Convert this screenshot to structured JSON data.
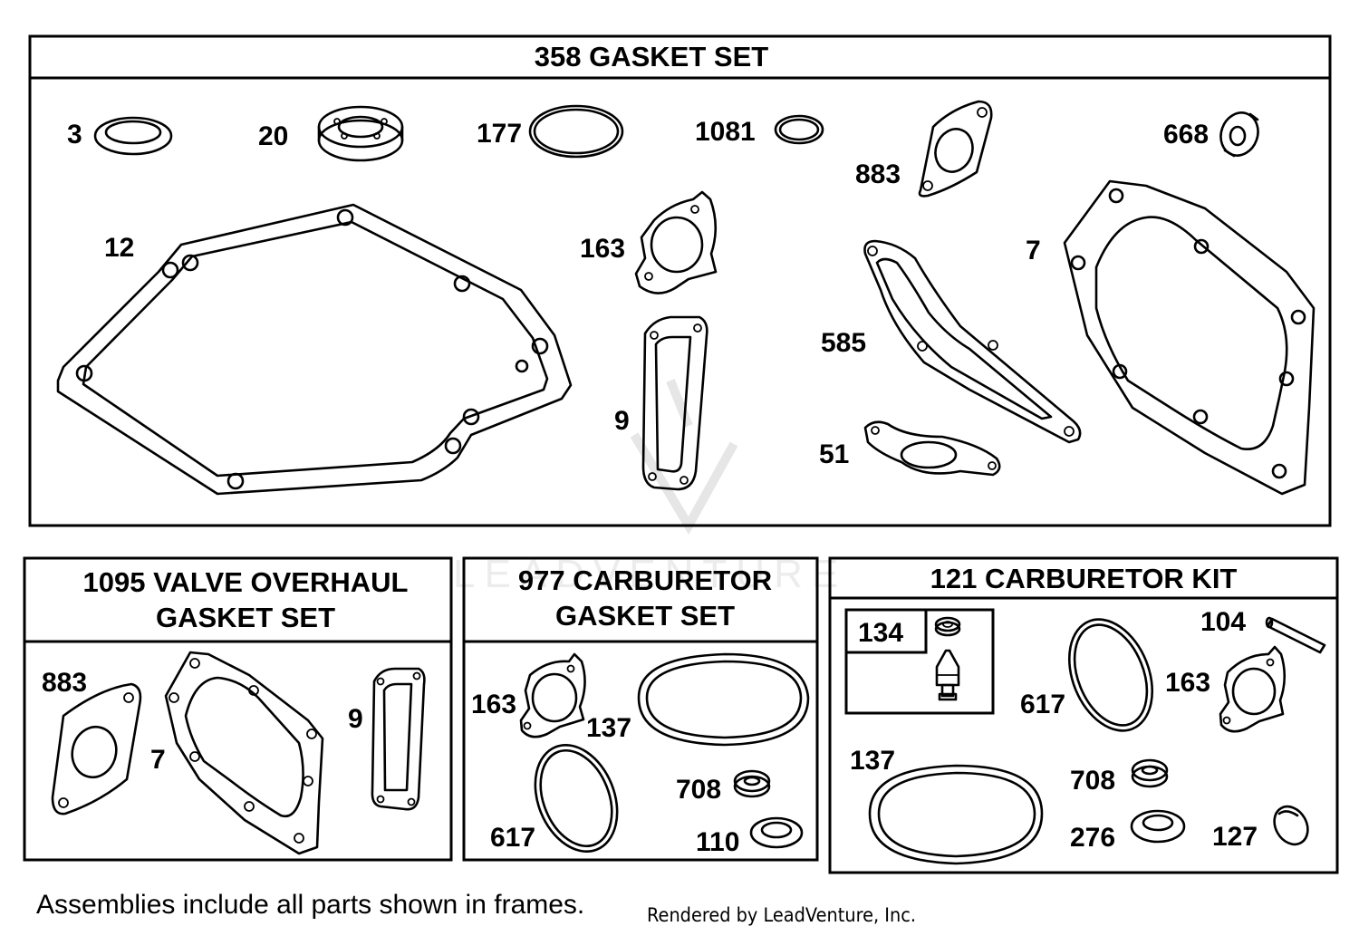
{
  "watermark": "LEADVENTURE",
  "panels": {
    "gasket_set": {
      "title": "358 GASKET SET",
      "labels": {
        "p3": "3",
        "p20": "20",
        "p177": "177",
        "p1081": "1081",
        "p668": "668",
        "p883": "883",
        "p12": "12",
        "p163": "163",
        "p7": "7",
        "p585": "585",
        "p9": "9",
        "p51": "51"
      }
    },
    "valve_overhaul": {
      "title_line1": "1095 VALVE OVERHAUL",
      "title_line2": "GASKET SET",
      "labels": {
        "p883": "883",
        "p7": "7",
        "p9": "9"
      }
    },
    "carb_gasket": {
      "title_line1": "977 CARBURETOR",
      "title_line2": "GASKET SET",
      "labels": {
        "p163": "163",
        "p137": "137",
        "p708": "708",
        "p617": "617",
        "p110": "110"
      }
    },
    "carb_kit": {
      "title": "121 CARBURETOR KIT",
      "labels": {
        "p134": "134",
        "p104": "104",
        "p617": "617",
        "p163": "163",
        "p137": "137",
        "p708": "708",
        "p276": "276",
        "p127": "127"
      }
    }
  },
  "footer": {
    "note": "Assemblies include all parts shown in frames.",
    "credit": "Rendered by LeadVenture, Inc."
  }
}
